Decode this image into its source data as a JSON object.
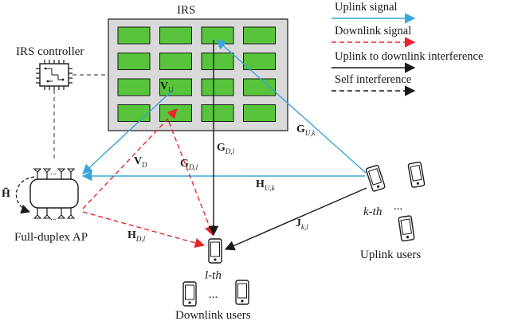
{
  "irs": {
    "title": "IRS",
    "element_color": "#57c43b",
    "panel_color": "#d9d9d9",
    "rows": 4,
    "cols": 4
  },
  "controller": {
    "label": "IRS controller"
  },
  "ap": {
    "label": "Full-duplex AP",
    "self_symbol": "H̃"
  },
  "uplink_users": {
    "label": "Uplink users",
    "kth": "k-th",
    "ellipsis": "..."
  },
  "downlink_users": {
    "label": "Downlink users",
    "lth": "l-th",
    "ellipsis": "..."
  },
  "legend": {
    "uplink": "Uplink signal",
    "downlink": "Downlink signal",
    "u2d": "Uplink to downlink interference",
    "self": "Self interference"
  },
  "colors": {
    "uplink": "#3aa5d8",
    "downlink": "#e8262a",
    "interference": "#1a1a1a"
  },
  "symbols": {
    "vu": {
      "main": "V",
      "sub": "U"
    },
    "vd": {
      "main": "V",
      "sub": "D"
    },
    "gdl_upper": {
      "main": "G",
      "sub": "D,l"
    },
    "gdl_mid": {
      "main": "G",
      "sub": "D,l"
    },
    "guk": {
      "main": "G",
      "sub": "U,k"
    },
    "huk": {
      "main": "H",
      "sub": "U,k"
    },
    "hdl": {
      "main": "H",
      "sub": "D,l"
    },
    "jkl": {
      "main": "J",
      "sub": "k,l"
    }
  }
}
